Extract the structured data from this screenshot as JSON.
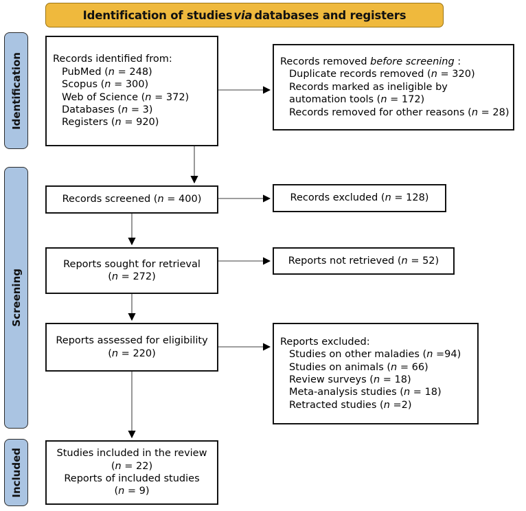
{
  "header": {
    "prefix": "Identification of studies ",
    "italic": "via",
    "suffix": " databases and registers"
  },
  "stages": [
    {
      "id": "identification",
      "label": "Identification"
    },
    {
      "id": "screening",
      "label": "Screening"
    },
    {
      "id": "included",
      "label": "Included"
    }
  ],
  "colors": {
    "header_fill": "#efb93d",
    "header_border": "#9a7414",
    "stage_fill": "#aac4e2",
    "stage_border": "#2a2a2a",
    "box_border": "#111111",
    "connector": "#7f7f7f",
    "arrowhead": "#000000"
  },
  "boxes": {
    "records_identified": {
      "title": "Records identified from:",
      "lines": [
        "PubMed (n = 248)",
        "Scopus (n = 300)",
        "Web of Science (n = 372)",
        "Databases (n = 3)",
        "Registers (n = 920)"
      ]
    },
    "records_removed": {
      "title_prefix": "Records removed ",
      "title_italic": "before screening",
      "title_suffix": " :",
      "lines": [
        "Duplicate records removed  (n = 320)",
        "Records marked as ineligible by automation tools (n = 172)",
        "Records removed for other reasons (n = 28)"
      ]
    },
    "records_screened": {
      "lines": [
        "Records screened (n = 400)"
      ]
    },
    "records_excluded": {
      "lines": [
        "Records excluded (n = 128)"
      ]
    },
    "reports_sought": {
      "lines": [
        "Reports sought for retrieval",
        "(n = 272)"
      ]
    },
    "reports_not_retrieved": {
      "lines": [
        "Reports not retrieved (n = 52)"
      ]
    },
    "reports_assessed": {
      "lines": [
        "Reports assessed for eligibility",
        "(n = 220)"
      ]
    },
    "reports_excluded": {
      "title": "Reports excluded:",
      "lines": [
        "Studies on other maladies (n =94)",
        "Studies on animals (n = 66)",
        "Review surveys (n = 18)",
        "Meta-analysis studies (n = 18)",
        "Retracted studies (n =2)"
      ]
    },
    "studies_included": {
      "lines": [
        "Studies included in the review",
        "(n = 22)",
        "Reports of included studies",
        "(n = 9)"
      ]
    }
  },
  "chart_data": {
    "type": "diagram",
    "title": "PRISMA flow diagram — Identification of studies via databases and registers",
    "nodes": [
      {
        "id": "records_identified",
        "stage": "Identification",
        "column": "left",
        "counts": {
          "PubMed": 248,
          "Scopus": 300,
          "Web of Science": 372,
          "Databases": 3,
          "Registers": 920
        }
      },
      {
        "id": "records_removed",
        "stage": "Identification",
        "column": "right",
        "counts": {
          "Duplicate records removed": 320,
          "Records marked as ineligible by automation tools": 172,
          "Records removed for other reasons": 28
        }
      },
      {
        "id": "records_screened",
        "stage": "Screening",
        "column": "left",
        "n": 400
      },
      {
        "id": "records_excluded",
        "stage": "Screening",
        "column": "right",
        "n": 128
      },
      {
        "id": "reports_sought",
        "stage": "Screening",
        "column": "left",
        "n": 272
      },
      {
        "id": "reports_not_retrieved",
        "stage": "Screening",
        "column": "right",
        "n": 52
      },
      {
        "id": "reports_assessed",
        "stage": "Screening",
        "column": "left",
        "n": 220
      },
      {
        "id": "reports_excluded",
        "stage": "Screening",
        "column": "right",
        "counts": {
          "Studies on other maladies": 94,
          "Studies on animals": 66,
          "Review surveys": 18,
          "Meta-analysis studies": 18,
          "Retracted studies": 2
        }
      },
      {
        "id": "studies_included",
        "stage": "Included",
        "column": "left",
        "n": 22,
        "reports_n": 9
      }
    ],
    "edges": [
      {
        "from": "records_identified",
        "to": "records_removed",
        "direction": "right"
      },
      {
        "from": "records_identified",
        "to": "records_screened",
        "direction": "down"
      },
      {
        "from": "records_screened",
        "to": "records_excluded",
        "direction": "right"
      },
      {
        "from": "records_screened",
        "to": "reports_sought",
        "direction": "down"
      },
      {
        "from": "reports_sought",
        "to": "reports_not_retrieved",
        "direction": "right"
      },
      {
        "from": "reports_sought",
        "to": "reports_assessed",
        "direction": "down"
      },
      {
        "from": "reports_assessed",
        "to": "reports_excluded",
        "direction": "right"
      },
      {
        "from": "reports_assessed",
        "to": "studies_included",
        "direction": "down"
      }
    ]
  }
}
